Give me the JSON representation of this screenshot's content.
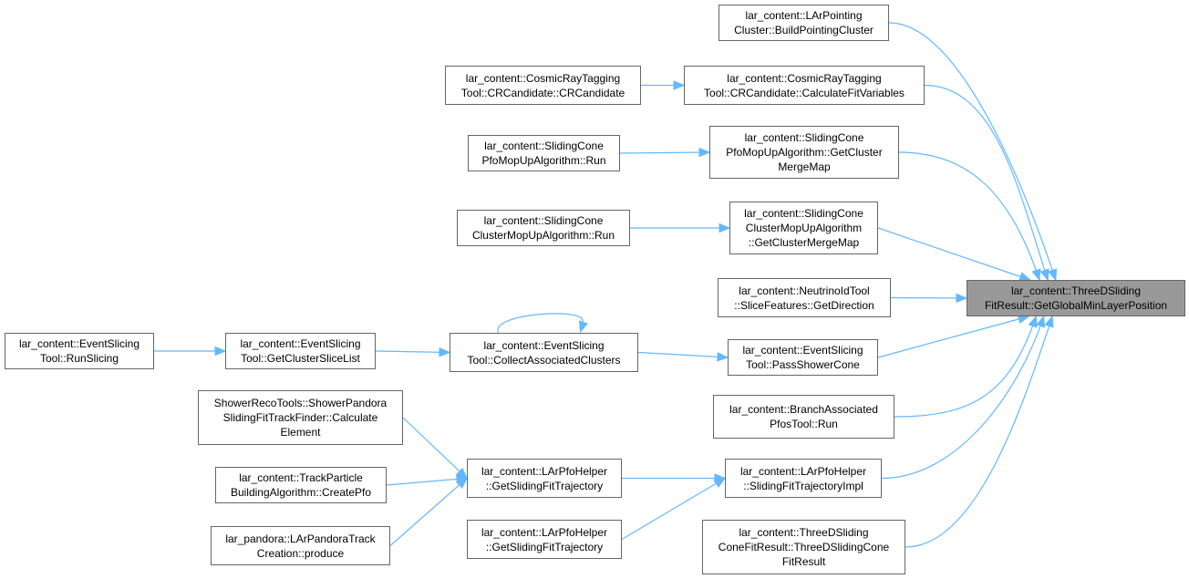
{
  "colors": {
    "edge": "#63b8ff",
    "node_border": "#666666",
    "root_fill": "#999999",
    "node_fill": "#ffffff"
  },
  "nodes": [
    {
      "id": "root",
      "label": "lar_content::ThreeDSliding\nFitResult::GetGlobalMinLayerPosition",
      "root": true
    },
    {
      "id": "n_pointing",
      "label": "lar_content::LArPointing\nCluster::BuildPointingCluster"
    },
    {
      "id": "n_cr_calc",
      "label": "lar_content::CosmicRayTagging\nTool::CRCandidate::CalculateFitVariables"
    },
    {
      "id": "n_cr_cand",
      "label": "lar_content::CosmicRayTagging\nTool::CRCandidate::CRCandidate"
    },
    {
      "id": "n_pfo_getmap",
      "label": "lar_content::SlidingCone\nPfoMopUpAlgorithm::GetCluster\nMergeMap"
    },
    {
      "id": "n_pfo_run",
      "label": "lar_content::SlidingCone\nPfoMopUpAlgorithm::Run"
    },
    {
      "id": "n_clu_getmap",
      "label": "lar_content::SlidingCone\nClusterMopUpAlgorithm\n::GetClusterMergeMap"
    },
    {
      "id": "n_clu_run",
      "label": "lar_content::SlidingCone\nClusterMopUpAlgorithm::Run"
    },
    {
      "id": "n_neutrino",
      "label": "lar_content::NeutrinoIdTool\n::SliceFeatures::GetDirection"
    },
    {
      "id": "n_shower_cone",
      "label": "lar_content::EventSlicing\nTool::PassShowerCone"
    },
    {
      "id": "n_collect",
      "label": "lar_content::EventSlicing\nTool::CollectAssociatedClusters"
    },
    {
      "id": "n_slicelist",
      "label": "lar_content::EventSlicing\nTool::GetClusterSliceList"
    },
    {
      "id": "n_runslicing",
      "label": "lar_content::EventSlicing\nTool::RunSlicing"
    },
    {
      "id": "n_branch",
      "label": "lar_content::BranchAssociated\nPfosTool::Run"
    },
    {
      "id": "n_traj_impl",
      "label": "lar_content::LArPfoHelper\n::SlidingFitTrajectoryImpl"
    },
    {
      "id": "n_traj_a",
      "label": "lar_content::LArPfoHelper\n::GetSlidingFitTrajectory"
    },
    {
      "id": "n_traj_b",
      "label": "lar_content::LArPfoHelper\n::GetSlidingFitTrajectory"
    },
    {
      "id": "n_shower_reco",
      "label": "ShowerRecoTools::ShowerPandora\nSlidingFitTrackFinder::Calculate\nElement"
    },
    {
      "id": "n_track_particle",
      "label": "lar_content::TrackParticle\nBuildingAlgorithm::CreatePfo"
    },
    {
      "id": "n_pandora_track",
      "label": "lar_pandora::LArPandoraTrack\nCreation::produce"
    },
    {
      "id": "n_threed_cone",
      "label": "lar_content::ThreeDSliding\nConeFitResult::ThreeDSlidingCone\nFitResult"
    }
  ],
  "edges": [
    {
      "from": "n_pointing",
      "to": "root"
    },
    {
      "from": "n_cr_calc",
      "to": "root"
    },
    {
      "from": "n_cr_cand",
      "to": "n_cr_calc"
    },
    {
      "from": "n_pfo_getmap",
      "to": "root"
    },
    {
      "from": "n_pfo_run",
      "to": "n_pfo_getmap"
    },
    {
      "from": "n_clu_getmap",
      "to": "root"
    },
    {
      "from": "n_clu_run",
      "to": "n_clu_getmap"
    },
    {
      "from": "n_neutrino",
      "to": "root"
    },
    {
      "from": "n_shower_cone",
      "to": "root"
    },
    {
      "from": "n_collect",
      "to": "n_shower_cone"
    },
    {
      "from": "n_collect",
      "to": "n_collect"
    },
    {
      "from": "n_slicelist",
      "to": "n_collect"
    },
    {
      "from": "n_runslicing",
      "to": "n_slicelist"
    },
    {
      "from": "n_branch",
      "to": "root"
    },
    {
      "from": "n_traj_impl",
      "to": "root"
    },
    {
      "from": "n_traj_a",
      "to": "n_traj_impl"
    },
    {
      "from": "n_traj_b",
      "to": "n_traj_impl"
    },
    {
      "from": "n_shower_reco",
      "to": "n_traj_a"
    },
    {
      "from": "n_track_particle",
      "to": "n_traj_a"
    },
    {
      "from": "n_pandora_track",
      "to": "n_traj_a"
    },
    {
      "from": "n_threed_cone",
      "to": "root"
    }
  ]
}
